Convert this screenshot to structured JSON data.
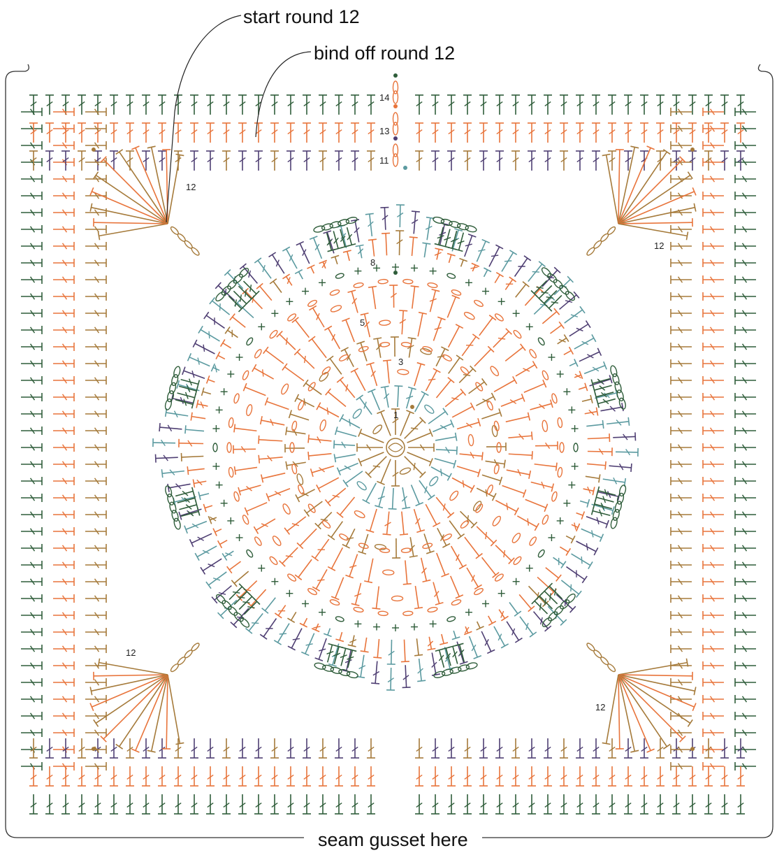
{
  "callouts": {
    "start": "start round 12",
    "bind_off": "bind off round 12",
    "seam": "seam gusset here"
  },
  "round_labels": [
    "1",
    "3",
    "5",
    "8",
    "11",
    "13",
    "14",
    "12",
    "12",
    "12",
    "12"
  ],
  "colors": {
    "green": "#2f5d3a",
    "orange": "#e8743b",
    "brown": "#a57a3a",
    "teal": "#5b9aa0",
    "purple": "#4f3f73",
    "frame": "#333333"
  },
  "icons": [
    "crochet-chart-icon"
  ]
}
